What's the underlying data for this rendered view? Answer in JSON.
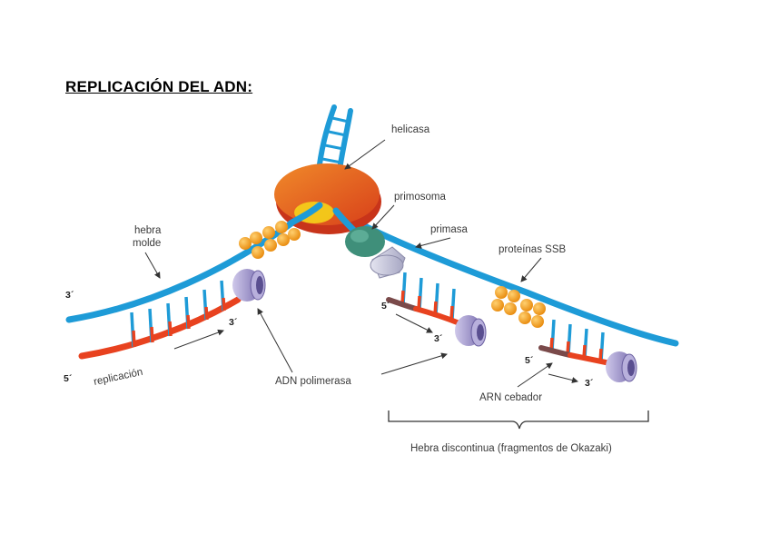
{
  "title": "REPLICACIÓN DEL ADN:",
  "labels": {
    "helicasa": "helicasa",
    "primosoma": "primosoma",
    "primasa": "primasa",
    "proteinas_ssb": "proteínas SSB",
    "hebra": "hebra",
    "molde": "molde",
    "replicacion": "replicación",
    "adn_polimerasa": "ADN polimerasa",
    "arn_cebador": "ARN cebador",
    "hebra_discontinua": "Hebra discontinua (fragmentos de Okazaki)"
  },
  "ends": {
    "left_top_3": "3´",
    "left_bottom_5": "5´",
    "left_mid_3": "3´",
    "okazaki1_5": "5´",
    "okazaki1_3": "3´",
    "okazaki2_5": "5´",
    "okazaki2_3": "3´"
  },
  "colors": {
    "template_strand": "#1e9bd7",
    "new_strand": "#e8421f",
    "rna_primer": "#7a4a4a",
    "helicase": "#e8661f",
    "ssb": "#f2a01a",
    "polymerase": "#9a8fc4",
    "primase": "#c9c9dc",
    "primosome": "#3f8f7a"
  }
}
